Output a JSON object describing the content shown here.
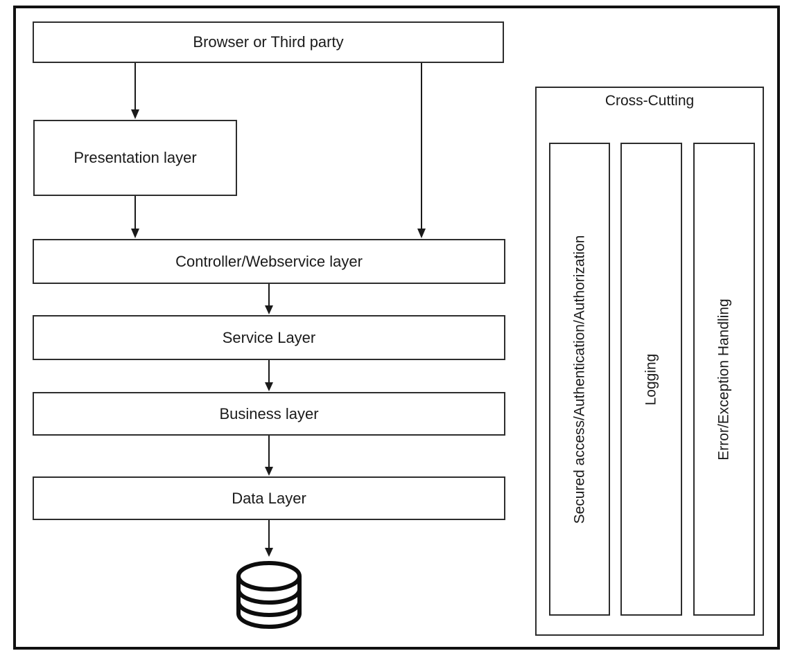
{
  "nodes": {
    "browser": "Browser or Third party",
    "presentation": "Presentation layer",
    "controller": "Controller/Webservice layer",
    "service": "Service Layer",
    "business": "Business layer",
    "data": "Data Layer"
  },
  "cross_cutting": {
    "title": "Cross-Cutting",
    "columns": [
      "Secured access/Authentication/Authorization",
      "Logging",
      "Error/Exception Handling"
    ]
  },
  "icons": {
    "database": "database-icon"
  },
  "colors": {
    "line": "#1a1a1a",
    "border": "#2d2d2d",
    "frame": "#111111",
    "background": "#ffffff",
    "text": "#1a1a1a"
  }
}
